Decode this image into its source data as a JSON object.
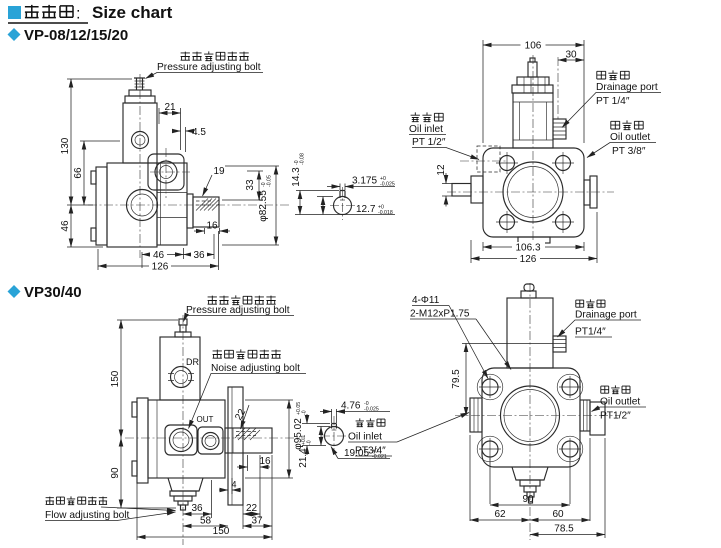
{
  "title": {
    "zh": "尺寸图:",
    "en": "Size chart"
  },
  "sections": {
    "s1": "VP-08/12/15/20",
    "s2": "VP30/40"
  },
  "colors": {
    "accent": "#29a3d7",
    "ink": "#1a1a1a"
  },
  "vp08_side": {
    "pressure_zh": "压力调整螺栓",
    "pressure_en": "Pressure adjusting bolt",
    "d130": "130",
    "d66": "66",
    "d46": "46",
    "d21": "21",
    "d4_5": "4.5",
    "d19": "19",
    "d33": "33",
    "d16": "16",
    "d46b": "46",
    "d36": "36",
    "d126": "126",
    "dia": "φ82.55",
    "dia_t1": "-0",
    "dia_t2": "-0.05"
  },
  "vp08_key": {
    "d14_3": "14.3",
    "d14_3_t1": "-0",
    "d14_3_t2": "-0.08",
    "d3_175": "3.175",
    "d3_175_t1": "+0",
    "d3_175_t2": "-0.025",
    "d12_7": "12.7",
    "d12_7_t1": "+0",
    "d12_7_t2": "-0.018"
  },
  "vp08_front": {
    "d106": "106",
    "d30": "30",
    "d12": "12",
    "d106_3": "106.3",
    "d126": "126",
    "drain_zh": "泄油口",
    "drain_en": "Drainage port",
    "drain_pt": "PT 1/4″",
    "out_zh": "出油口",
    "out_en": "Oil outlet",
    "out_pt": "PT 3/8″",
    "in_zh": "进油口",
    "in_en": "Oil inlet",
    "in_pt": "PT 1/2″"
  },
  "vp30_side": {
    "pressure_zh": "压力调整螺栓",
    "pressure_en": "Pressure adjusting bolt",
    "noise_zh": "噪声调整螺栓",
    "noise_en": "Noise adjusting bolt",
    "flow_zh": "流量调整螺栓",
    "flow_en": "Flow adjusting bolt",
    "dr": "DR",
    "out": "OUT",
    "d150": "150",
    "d90": "90",
    "d22k": "22",
    "d16": "16",
    "d4": "4",
    "d36": "36",
    "d22": "22",
    "d58": "58",
    "d37": "37",
    "d150b": "150",
    "dia": "φ95.02",
    "dia_t1": "+0.05",
    "dia_t2": "-0"
  },
  "vp30_key": {
    "d4_76": "4.76",
    "d4_76_t1": "-0",
    "d4_76_t2": "-0.025",
    "d21_4": "21.4",
    "d21_4_t1": "+0.1",
    "d21_4_t2": "-0",
    "d19_05": "19.05",
    "d19_05_t1": "+0",
    "d19_05_t2": "-0.021"
  },
  "vp30_front": {
    "holes": "4-Φ11",
    "thread": "2-M12xP1.75",
    "d79_5": "79.5",
    "d90": "90",
    "d62": "62",
    "d60": "60",
    "d78_5": "78.5",
    "drain_zh": "泄油口",
    "drain_en": "Drainage port",
    "drain_pt": "PT1/4″",
    "out_zh": "出油口",
    "out_en": "Oil outlet",
    "out_pt": "PT1/2″",
    "in_zh": "进油口",
    "in_en": "Oil inlet",
    "in_pt": "PT3/4″"
  }
}
